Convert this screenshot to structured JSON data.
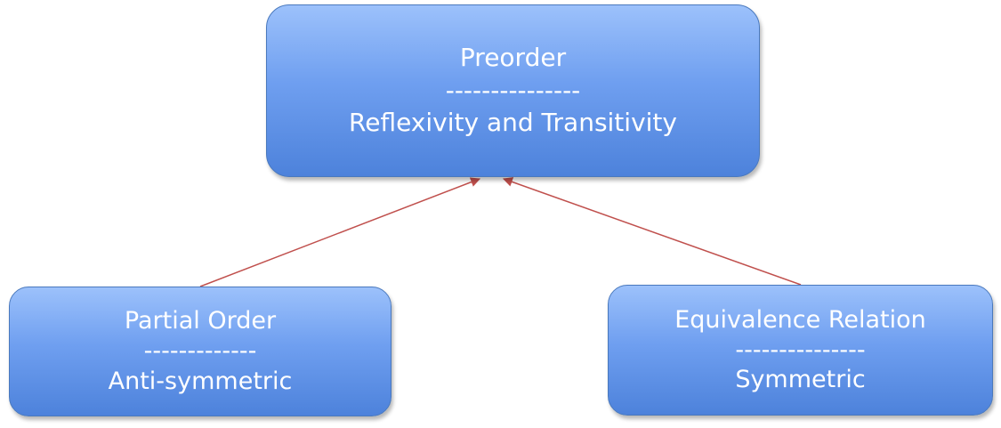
{
  "nodes": {
    "preorder": {
      "title": "Preorder",
      "divider": "---------------",
      "property": "Reflexivity and Transitivity"
    },
    "partial_order": {
      "title": "Partial Order",
      "divider": "-------------",
      "property": "Anti-symmetric"
    },
    "equivalence_relation": {
      "title": "Equivalence Relation",
      "divider": "---------------",
      "property": "Symmetric"
    }
  },
  "edges": [
    {
      "from": "Partial Order",
      "to": "Preorder",
      "style": "arrow"
    },
    {
      "from": "Equivalence Relation",
      "to": "Preorder",
      "style": "arrow"
    }
  ],
  "colors": {
    "node_fill_top": "#9cc1fb",
    "node_fill_bottom": "#4d82db",
    "node_border": "#4a79bd",
    "node_text": "#ffffff",
    "edge": "#c0504d"
  }
}
